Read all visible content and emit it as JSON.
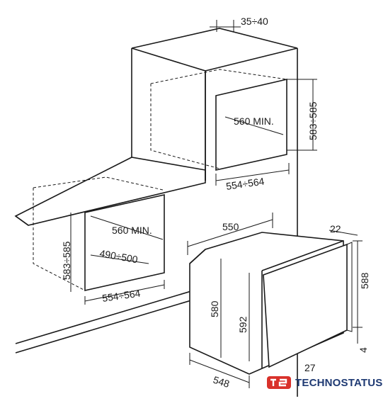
{
  "dimensions": {
    "top_gap": "35÷40",
    "niche_height_col": "583÷585",
    "niche_depth_col": "560 MIN.",
    "niche_width_col": "554÷564",
    "niche_height_under": "583÷585",
    "niche_depth_under": "560 MIN.",
    "niche_side_under": "490÷500",
    "niche_width_under": "554÷564",
    "oven_width": "550",
    "oven_front_offset": "22",
    "oven_front_height": "588",
    "oven_body_height": "580",
    "oven_inner_height": "592",
    "oven_depth": "548",
    "oven_door_offset": "4",
    "oven_door_depth": "27"
  },
  "brand": {
    "name": "TECHNOSTATUS",
    "color": "#1f3a73",
    "logo_color": "#d9312a",
    "logo_icon": "ts-logo-icon"
  }
}
